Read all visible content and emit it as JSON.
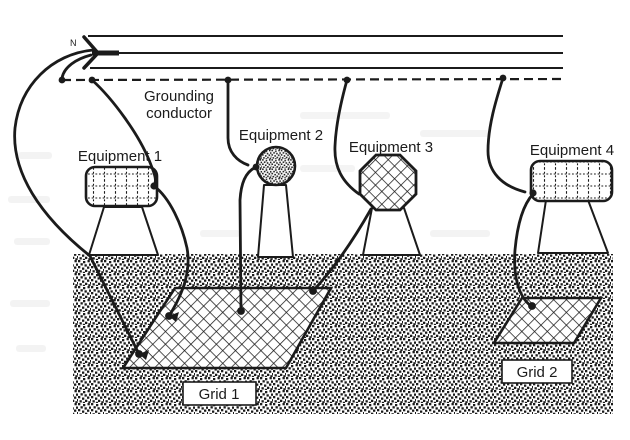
{
  "diagram": {
    "type": "grounding-system-one-line-diagram",
    "colors": {
      "ink": "#1b1b1b",
      "paper": "#ffffff"
    },
    "bus": {
      "neutral_label": "N",
      "line_count": 3
    },
    "grounding_conductor": {
      "label": [
        "Grounding",
        "conductor"
      ]
    },
    "equipment": [
      {
        "label": "Equipment 1",
        "shape": "rounded-rectangle-dotted-grid"
      },
      {
        "label": "Equipment 2",
        "shape": "circle-stipple"
      },
      {
        "label": "Equipment 3",
        "shape": "octagon-crosshatch"
      },
      {
        "label": "Equipment 4",
        "shape": "rounded-rectangle-dotted-grid"
      }
    ],
    "grids": [
      {
        "label": "Grid 1"
      },
      {
        "label": "Grid 2"
      }
    ]
  }
}
